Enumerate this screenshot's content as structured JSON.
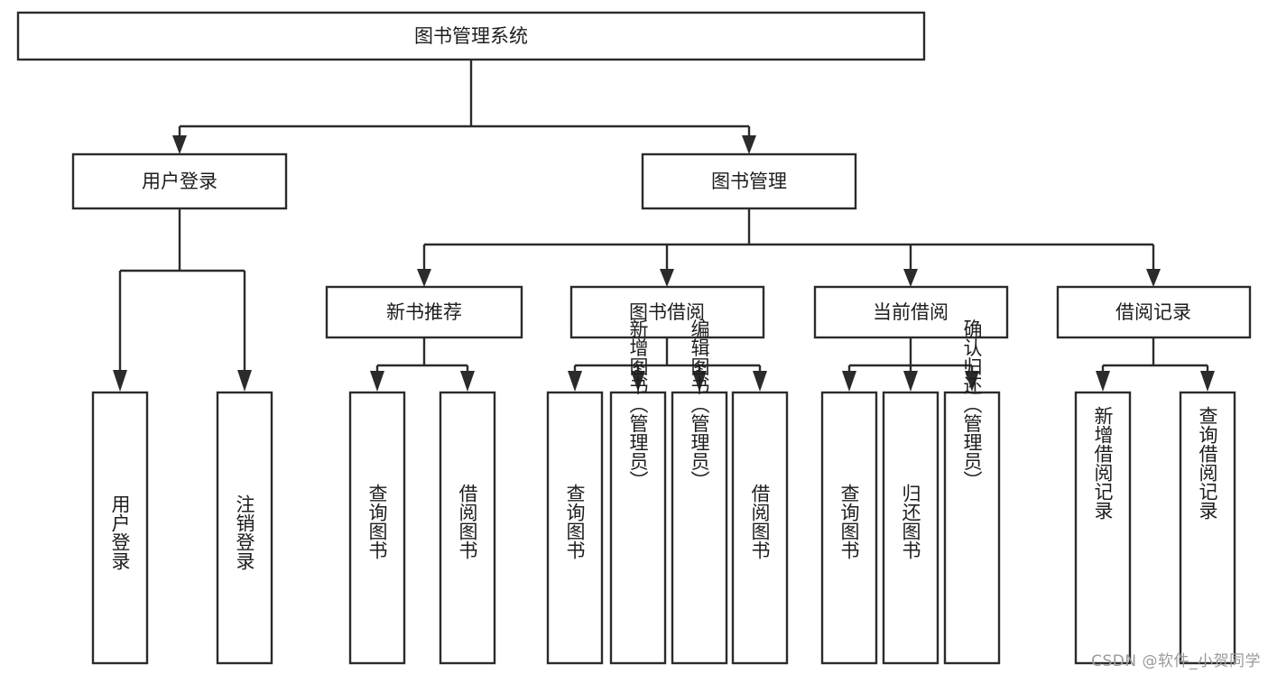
{
  "diagram": {
    "title": "图书管理系统",
    "type": "tree-hierarchy",
    "watermark": "CSDN @软件_小贺同学",
    "colors": {
      "stroke": "#2b2b2b",
      "fill": "#ffffff",
      "text": "#1d1d1d",
      "watermark": "#9a9a9a",
      "background": "#ffffff"
    },
    "root": {
      "label": "图书管理系统",
      "orientation": "horizontal"
    },
    "level2": [
      {
        "label": "用户登录",
        "orientation": "horizontal"
      },
      {
        "label": "图书管理",
        "orientation": "horizontal"
      }
    ],
    "level3": [
      {
        "label": "新书推荐",
        "orientation": "horizontal"
      },
      {
        "label": "图书借阅",
        "orientation": "horizontal"
      },
      {
        "label": "当前借阅",
        "orientation": "horizontal"
      },
      {
        "label": "借阅记录",
        "orientation": "horizontal"
      }
    ],
    "leaves": {
      "user_login": [
        {
          "label": "用户登录",
          "orientation": "vertical",
          "align": "center"
        },
        {
          "label": "注销登录",
          "orientation": "vertical",
          "align": "center"
        }
      ],
      "new_book_recommend": [
        {
          "label": "查询图书",
          "orientation": "vertical",
          "align": "center"
        },
        {
          "label": "借阅图书",
          "orientation": "vertical",
          "align": "center"
        }
      ],
      "book_borrow": [
        {
          "label": "查询图书",
          "orientation": "vertical",
          "align": "center"
        },
        {
          "label": "新增图书（管理员）",
          "orientation": "vertical",
          "align": "top"
        },
        {
          "label": "编辑图书（管理员）",
          "orientation": "vertical",
          "align": "top"
        },
        {
          "label": "借阅图书",
          "orientation": "vertical",
          "align": "center"
        }
      ],
      "current_borrow": [
        {
          "label": "查询图书",
          "orientation": "vertical",
          "align": "center"
        },
        {
          "label": "归还图书",
          "orientation": "vertical",
          "align": "center"
        },
        {
          "label": "确认归还（管理员）",
          "orientation": "vertical",
          "align": "top"
        }
      ],
      "borrow_record": [
        {
          "label": "新增借阅记录",
          "orientation": "vertical",
          "align": "center"
        },
        {
          "label": "查询借阅记录",
          "orientation": "vertical",
          "align": "center"
        }
      ]
    }
  }
}
